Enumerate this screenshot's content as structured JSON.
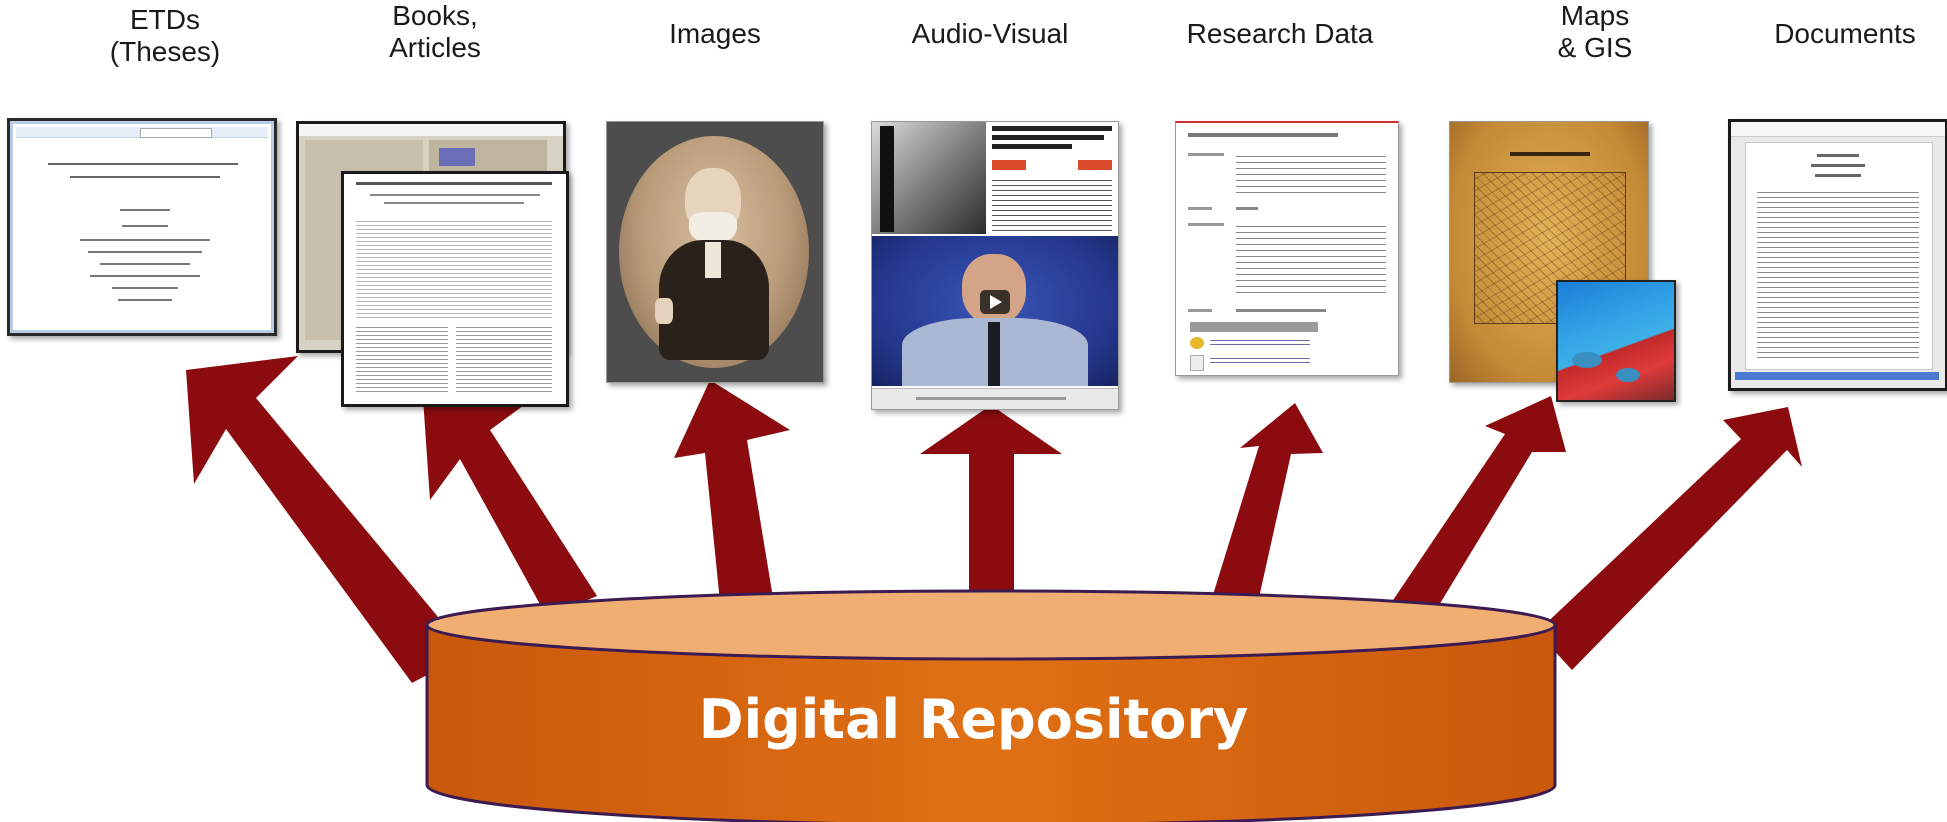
{
  "repository": {
    "label": "Digital Repository"
  },
  "content_types": [
    {
      "label": "ETDs\n(Theses)",
      "icon": "thesis-document-thumbnail"
    },
    {
      "label": "Books,\nArticles",
      "icon": "article-pages-thumbnail"
    },
    {
      "label": "Images",
      "icon": "portrait-photo-thumbnail"
    },
    {
      "label": "Audio-Visual",
      "icon": "video-player-thumbnail"
    },
    {
      "label": "Research Data",
      "icon": "dataset-record-thumbnail"
    },
    {
      "label": "Maps\n& GIS",
      "icon": "map-satellite-thumbnail"
    },
    {
      "label": "Documents",
      "icon": "text-document-thumbnail"
    }
  ],
  "colors": {
    "arrow": "#8b0b0f",
    "cylinder_side": "#d9660d",
    "cylinder_top": "#f0ae72",
    "cylinder_outline": "#3b1b52",
    "repository_text": "#ffffff"
  }
}
